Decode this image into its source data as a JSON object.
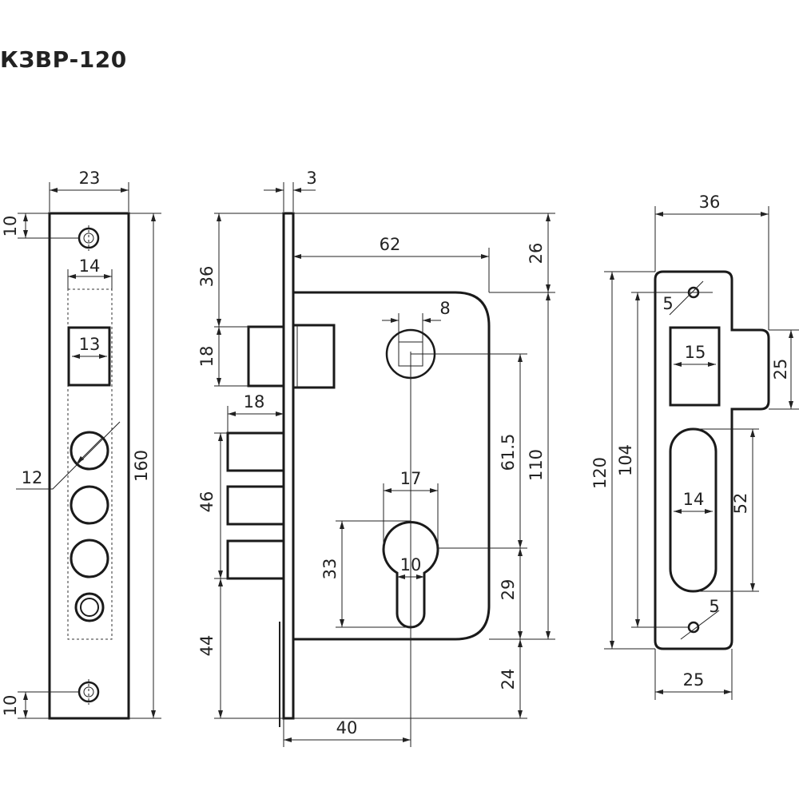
{
  "title": "КЗВР-120",
  "colors": {
    "line": "#1a1a1a",
    "background": "#ffffff"
  },
  "faceplate": {
    "dims": {
      "width": "23",
      "top_offset": "10",
      "cut_width": "14",
      "square": "13",
      "hole": "12",
      "height": "160",
      "bottom_offset": "10"
    }
  },
  "body": {
    "dims": {
      "plate": "3",
      "top_to_latch": "36",
      "latch": "18",
      "latch_proj": "18",
      "deadbolts": "46",
      "bottom": "44",
      "backset": "40",
      "depth": "62",
      "top_to_body": "26",
      "spindle": "8",
      "spindle_to_cyl": "61.5",
      "body_height": "110",
      "cyl_width": "17",
      "cyl_height": "33",
      "cyl_neck": "10",
      "cyl_to_bottom": "29",
      "bottom_to_plate": "24"
    }
  },
  "strike": {
    "dims": {
      "width": "36",
      "screw_top": "5",
      "latch_win": "15",
      "tab": "25",
      "height": "120",
      "hole_pitch": "104",
      "slot_width": "14",
      "slot_len": "52",
      "screw_bottom": "5",
      "bottom_width": "25"
    }
  }
}
